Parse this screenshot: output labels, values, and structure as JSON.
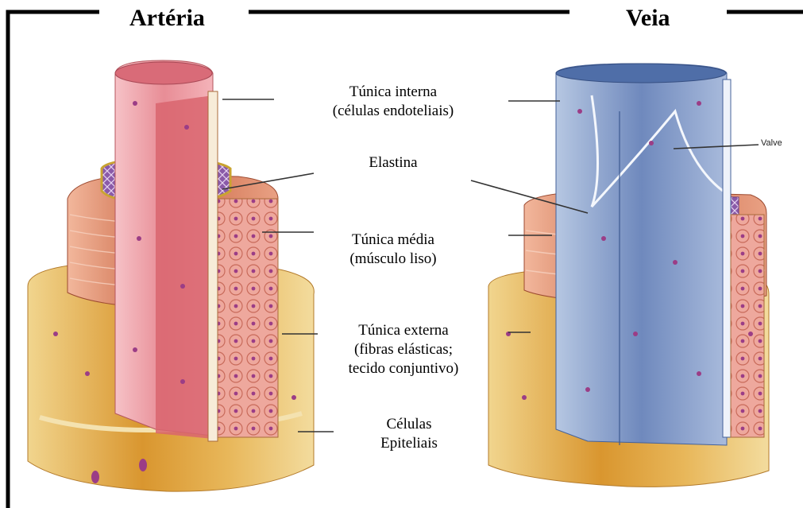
{
  "titles": {
    "artery": "Artéria",
    "vein": "Veia"
  },
  "labels": {
    "tunica_interna": [
      "Túnica interna",
      "(células endoteliais)"
    ],
    "elastina": "Elastina",
    "tunica_media": [
      "Túnica média",
      "(músculo liso)"
    ],
    "tunica_externa": [
      "Túnica externa",
      "(fibras elásticas;",
      "tecido conjuntivo)"
    ],
    "celulas": [
      "Células",
      "Epiteliais"
    ],
    "valve": "Valve"
  },
  "colors": {
    "artery_lumen": "#e88b93",
    "artery_endothelium": "#f3b3b8",
    "elastin_band": "#7b4a9a",
    "smooth_muscle": "#d9826a",
    "adventitia": "#e6b35a",
    "vein_wall": "#7f9bc8",
    "vein_dark": "#5b77aa",
    "nuclei": "#9b3d86"
  }
}
